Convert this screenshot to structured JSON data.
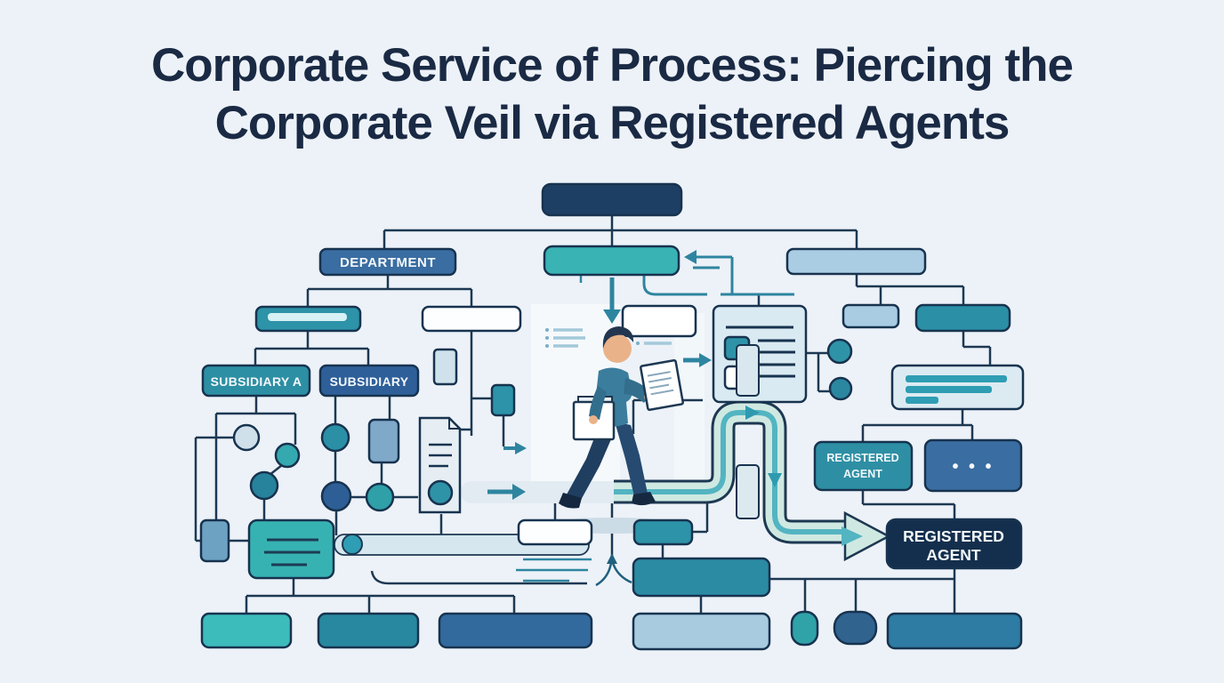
{
  "title": {
    "line1": "Corporate Service of Process: Piercing the",
    "line2": "Corporate Veil via Registered Agents"
  },
  "flowchart": {
    "department_label": "DEPARTMENT",
    "subsidiary_a_label": "SUBSIDIARY A",
    "subsidiary_label": "SUBSIDIARY",
    "registered_agent_small": {
      "line1": "REGISTERED",
      "line2": "AGENT"
    },
    "registered_agent_main": {
      "line1": "REGISTERED",
      "line2": "AGENT"
    },
    "ellipsis_label": "• • •"
  },
  "colors": {
    "background": "#edf2f8",
    "title_text": "#1a2a44",
    "outline": "#17334f",
    "navy_box": "#1d3f63",
    "dark_navy_box": "#142f4d",
    "steel_blue_box": "#3a6da1",
    "teal_box": "#2d93a8",
    "turquoise_box": "#39b3b3",
    "light_blue_box": "#aacde4",
    "pale_panel": "#d9eaf2",
    "pipe_fill": "#cfe9e2",
    "pipe_accent": "#53b4c2",
    "connector_line": "#1d3852",
    "teal_line": "#2e85a0"
  }
}
